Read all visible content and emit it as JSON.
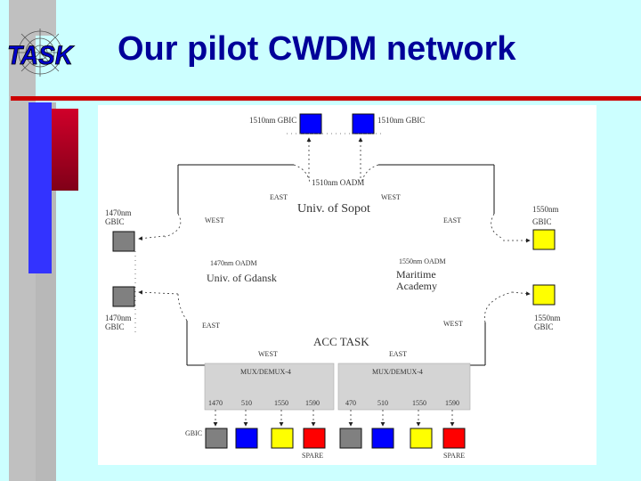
{
  "slide": {
    "title": "Our pilot CWDM network",
    "logo_text": "TASK"
  },
  "colors": {
    "background": "#ccffff",
    "title": "#000099",
    "rule": "#cc0000",
    "gbic_blue": "#0000ff",
    "gbic_yellow": "#ffff00",
    "gbic_red": "#ff0000",
    "gbic_gray": "#808080",
    "mux_box": "#d4d4d4"
  },
  "diagram": {
    "sopot": {
      "gbic_left_label": "1510nm GBIC",
      "gbic_right_label": "1510nm GBIC",
      "oadm_label": "1510nm OADM",
      "east_label": "EAST",
      "west_label": "WEST",
      "name": "Univ. of Sopot"
    },
    "gdansk": {
      "gbic_top_label_1": "1470nm",
      "gbic_top_label_2": "GBIC",
      "gbic_bottom_label_1": "1470nm",
      "gbic_bottom_label_2": "GBIC",
      "west_label": "WEST",
      "east_label": "EAST",
      "oadm_label": "1470nm OADM",
      "name": "Univ. of Gdansk"
    },
    "maritime": {
      "gbic_top_label_1": "1550nm",
      "gbic_top_label_2": "GBIC",
      "gbic_bottom_label_1": "1550nm",
      "gbic_bottom_label_2": "GBIC",
      "east_label": "EAST",
      "west_label": "WEST",
      "oadm_label": "1550nm OADM",
      "name_1": "Maritime",
      "name_2": "Academy"
    },
    "acc": {
      "name": "ACC TASK",
      "west_label": "WEST",
      "east_label": "EAST",
      "mux_left_label": "MUX/DEMUX-4",
      "mux_right_label": "MUX/DEMUX-4",
      "ports_left": [
        "1470",
        "510",
        "1550",
        "1590"
      ],
      "ports_right": [
        "470",
        "510",
        "1550",
        "1590"
      ],
      "gbic_label": "GBIC",
      "spare_left": "SPARE",
      "spare_right": "SPARE"
    }
  }
}
